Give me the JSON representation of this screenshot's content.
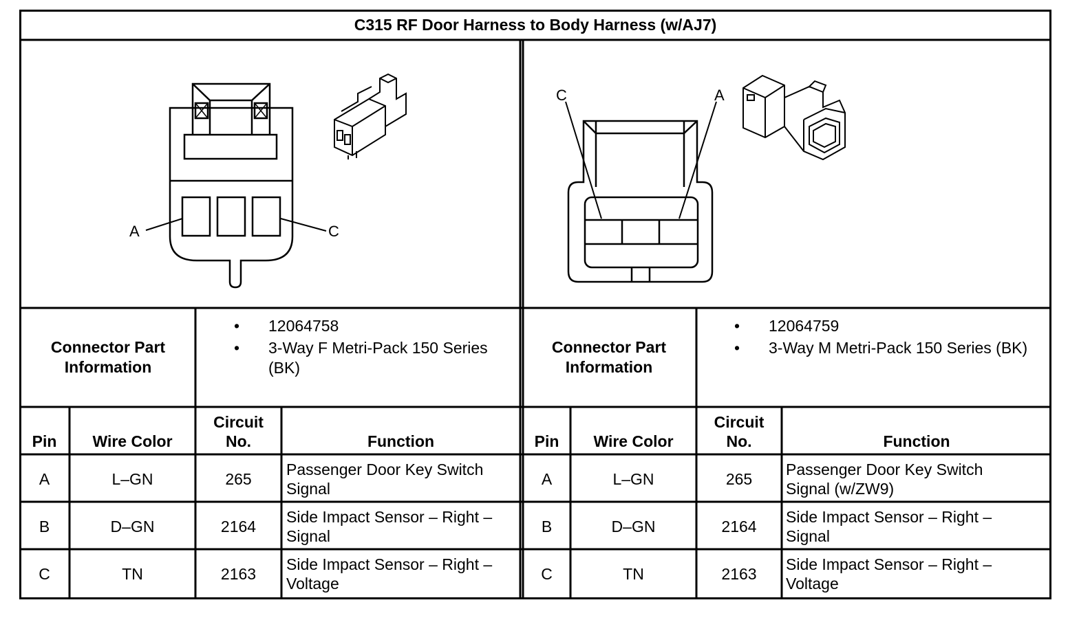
{
  "title": "C315 RF Door Harness to Body Harness (w/AJ7)",
  "left": {
    "pin_labels": [
      "A",
      "C"
    ],
    "part_label": "Connector Part Information",
    "part_info": [
      "12064758",
      "3-Way F Metri-Pack 150 Series (BK)"
    ],
    "headers": {
      "pin": "Pin",
      "wire": "Wire Color",
      "circuit": "Circuit No.",
      "function": "Function"
    },
    "rows": [
      {
        "pin": "A",
        "wire": "L–GN",
        "circuit": "265",
        "function": "Passenger Door Key Switch Signal"
      },
      {
        "pin": "B",
        "wire": "D–GN",
        "circuit": "2164",
        "function": "Side Impact Sensor – Right – Signal"
      },
      {
        "pin": "C",
        "wire": "TN",
        "circuit": "2163",
        "function": "Side Impact Sensor – Right – Voltage"
      }
    ]
  },
  "right": {
    "pin_labels": [
      "C",
      "A"
    ],
    "part_label": "Connector Part Information",
    "part_info": [
      "12064759",
      "3-Way M Metri-Pack 150 Series (BK)"
    ],
    "headers": {
      "pin": "Pin",
      "wire": "Wire Color",
      "circuit": "Circuit No.",
      "function": "Function"
    },
    "rows": [
      {
        "pin": "A",
        "wire": "L–GN",
        "circuit": "265",
        "function": "Passenger Door Key Switch Signal (w/ZW9)"
      },
      {
        "pin": "B",
        "wire": "D–GN",
        "circuit": "2164",
        "function": "Side Impact Sensor – Right – Signal"
      },
      {
        "pin": "C",
        "wire": "TN",
        "circuit": "2163",
        "function": "Side Impact Sensor – Right – Voltage"
      }
    ]
  }
}
